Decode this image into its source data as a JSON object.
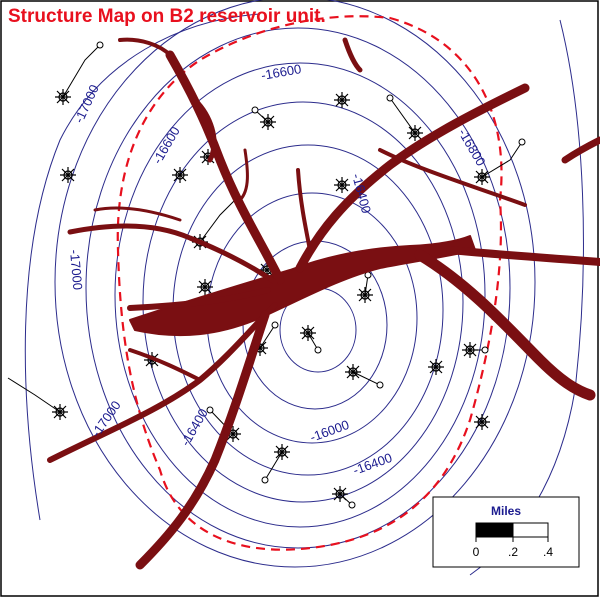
{
  "title": "Structure Map on B2 reservoir unit.",
  "colors": {
    "title": "#e8101e",
    "contour": "#2c2c8c",
    "boundary": "#e8101e",
    "channels": "#7a0f12",
    "well": "#000000"
  },
  "contour_labels": [
    "-16600",
    "-17000",
    "-16600",
    "-16800",
    "-16400",
    "-17000",
    "-17000",
    "-16400",
    "-16000",
    "-16400"
  ],
  "scale_bar": {
    "title": "Miles",
    "ticks": [
      "0",
      ".2",
      ".4"
    ]
  }
}
